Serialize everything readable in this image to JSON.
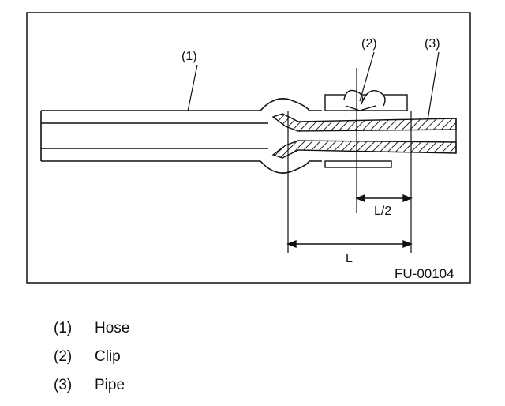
{
  "diagram": {
    "callouts": [
      "(1)",
      "(2)",
      "(3)"
    ],
    "dimensions": {
      "half_length": "L/2",
      "length": "L"
    },
    "figure_id": "FU-00104"
  },
  "legend": [
    {
      "number": "(1)",
      "label": "Hose"
    },
    {
      "number": "(2)",
      "label": "Clip"
    },
    {
      "number": "(3)",
      "label": "Pipe"
    }
  ]
}
